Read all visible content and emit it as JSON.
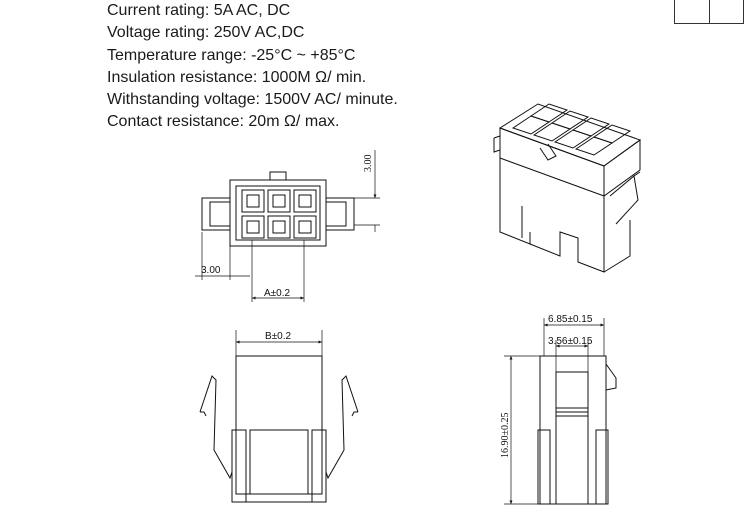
{
  "specs": {
    "current_rating": "Current rating: 5A AC, DC",
    "voltage_rating": "Voltage rating: 250V AC,DC",
    "temperature_range": "Temperature range: -25°C ~ +85°C",
    "insulation_resistance": "Insulation resistance: 1000M Ω/ min.",
    "withstanding_voltage": "Withstanding voltage: 1500V AC/ minute.",
    "contact_resistance": "Contact resistance: 20m Ω/ max."
  },
  "front_view": {
    "dim_height": "3.00",
    "dim_left": "3.00",
    "dim_pitch": "A±0.2"
  },
  "side_view": {
    "dim_width": "B±0.2"
  },
  "end_view": {
    "dim_outer": "6.85±0.15",
    "dim_inner": "3.56±0.15",
    "dim_height": "16.90±0.25"
  }
}
